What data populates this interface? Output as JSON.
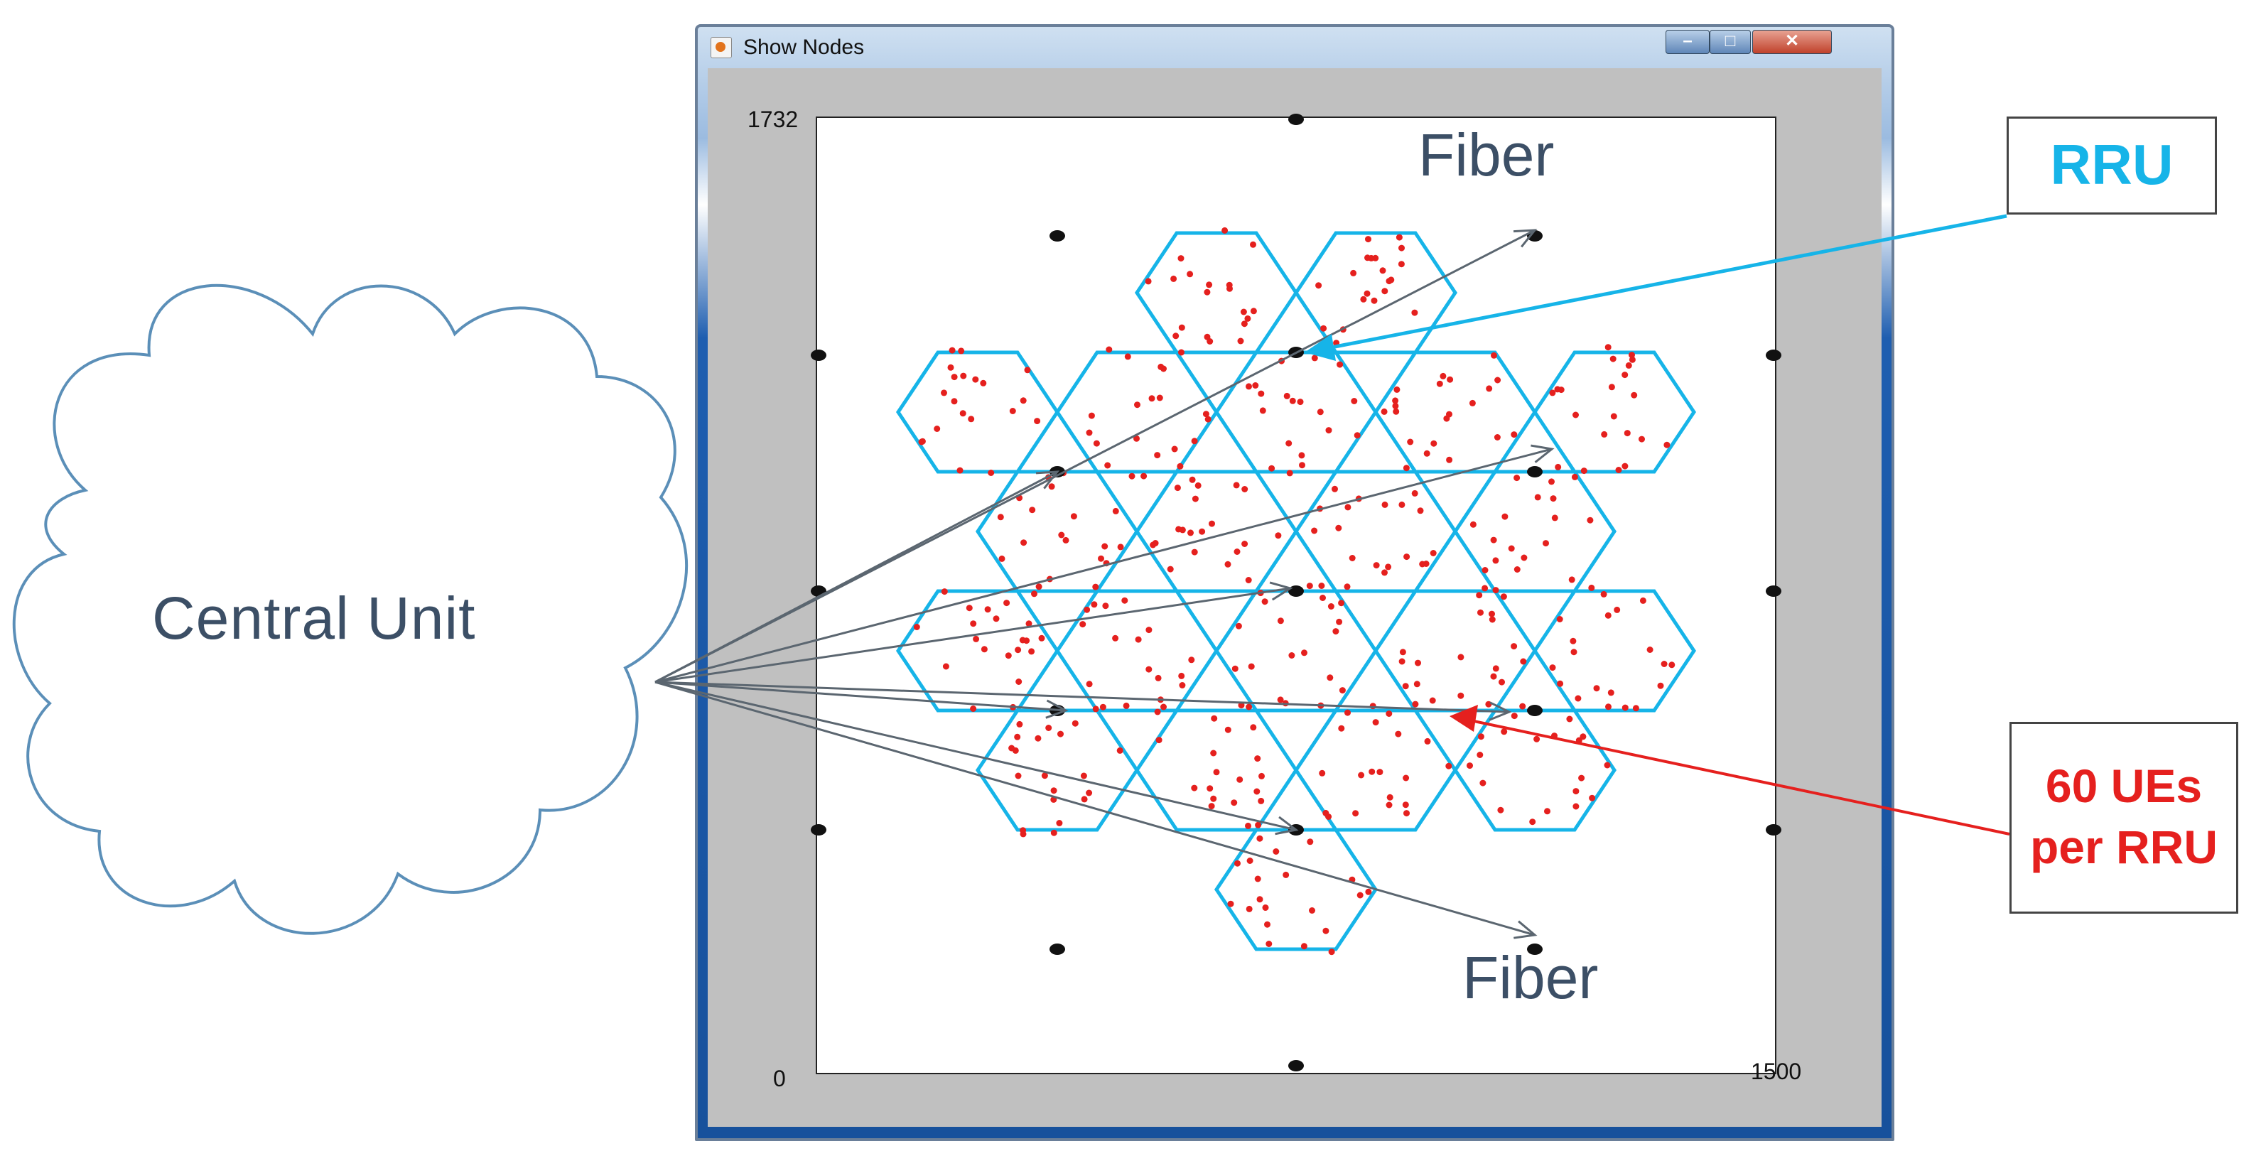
{
  "window": {
    "title": "Show Nodes",
    "controls": {
      "minimize": "–",
      "maximize": "□",
      "close": "✕"
    }
  },
  "plot": {
    "y_max_label": "1732",
    "x_min_label": "0",
    "x_max_label": "1500"
  },
  "diagram": {
    "central_unit": "Central Unit",
    "fiber_top": "Fiber",
    "fiber_bottom": "Fiber",
    "callout_rru": "RRU",
    "callout_ues_line1": "60 UEs",
    "callout_ues_line2": "per RRU"
  },
  "colors": {
    "hexagon": "#16b4e8",
    "ue_dots": "#e5201e",
    "fiber_lines": "#5b6670",
    "rru_callout_text": "#16b4e8",
    "ue_callout_text": "#e5201e",
    "window_frame": "#1e5eb0"
  }
}
